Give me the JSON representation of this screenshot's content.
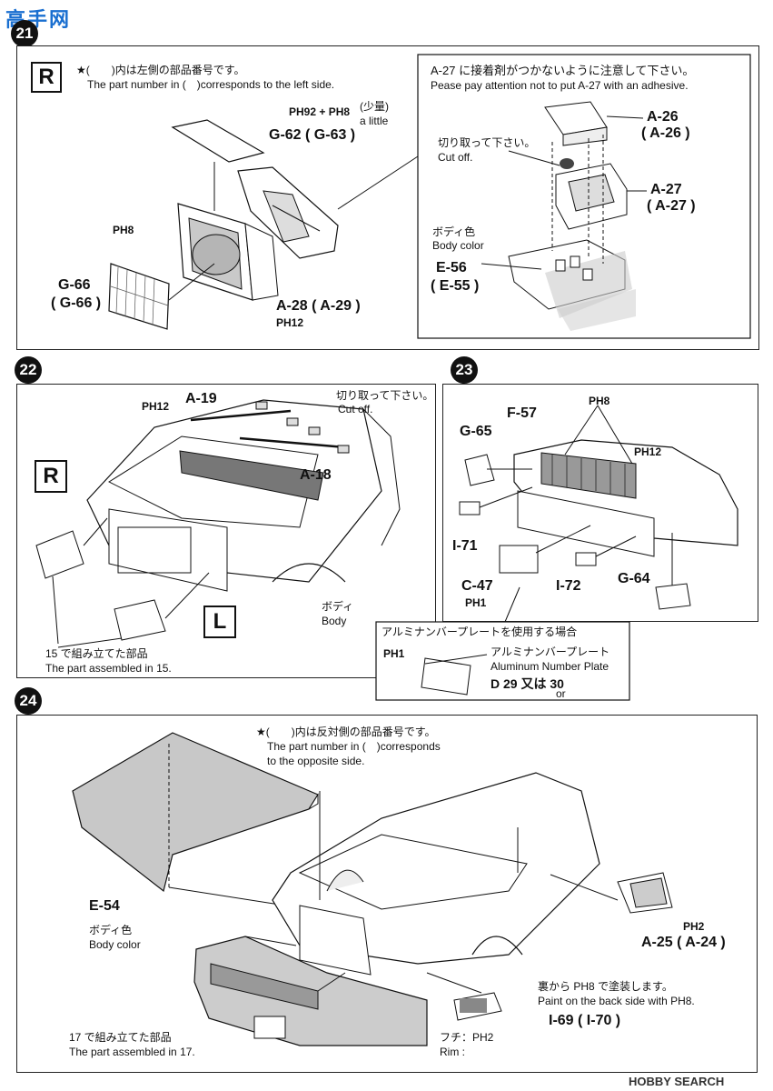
{
  "watermark_top": "高手网",
  "watermark_bottom": "HOBBY SEARCH",
  "steps": {
    "s21": {
      "number": "21",
      "side_badge": "R",
      "note_jp": "★(　　)内は左側の部品番号です。",
      "note_en": "The part number in (　)corresponds to the left side.",
      "ph_mix": "PH92 + PH8",
      "ph_small_jp": "(少量)",
      "ph_small_en": "a little",
      "g62": "G-62 ( G-63 )",
      "ph8": "PH8",
      "g66a": "G-66",
      "g66b": "( G-66 )",
      "a28": "A-28 ( A-29 )",
      "ph12": "PH12",
      "inset_warn_jp": "A-27 に接着剤がつかないように注意して下さい。",
      "inset_warn_en": "Pease pay attention not to put A-27 with an adhesive.",
      "cut_jp": "切り取って下さい。",
      "cut_en": "Cut off.",
      "a26a": "A-26",
      "a26b": "( A-26 )",
      "a27a": "A-27",
      "a27b": "( A-27 )",
      "body_jp": "ボディ色",
      "body_en": "Body color",
      "e56": "E-56",
      "e55": "( E-55 )"
    },
    "s22": {
      "number": "22",
      "ph12": "PH12",
      "a19": "A-19",
      "cut_jp": "切り取って下さい。",
      "cut_en": "Cut off.",
      "a18": "A-18",
      "r": "R",
      "l": "L",
      "body_jp": "ボディ",
      "body_en": "Body",
      "assembled_jp": "15 で組み立てた部品",
      "assembled_en": "The part assembled in 15."
    },
    "s23": {
      "number": "23",
      "ph8": "PH8",
      "g65": "G-65",
      "f57": "F-57",
      "ph12": "PH12",
      "i71": "I-71",
      "c47": "C-47",
      "ph1": "PH1",
      "i72": "I-72",
      "g64": "G-64",
      "plate_title": "アルミナンバープレートを使用する場合",
      "plate_ph1": "PH1",
      "plate_jp": "アルミナンバープレート",
      "plate_en": "Aluminum Number Plate",
      "plate_d": "D 29 又は 30",
      "plate_or": "or"
    },
    "s24": {
      "number": "24",
      "note_jp": "★(　　)内は反対側の部品番号です。",
      "note_en1": "The part number in (　)corresponds",
      "note_en2": "to the opposite side.",
      "e54": "E-54",
      "body_jp": "ボディ色",
      "body_en": "Body color",
      "ph2": "PH2",
      "a25": "A-25 ( A-24 )",
      "paint_jp": "裏から PH8 で塗装します。",
      "paint_en": "Paint on the back side with PH8.",
      "i69": "I-69 ( I-70 )",
      "rim_jp": "フチ：PH2",
      "rim_en": "Rim :",
      "assembled_jp": "17 で組み立てた部品",
      "assembled_en": "The part assembled in 17."
    }
  }
}
